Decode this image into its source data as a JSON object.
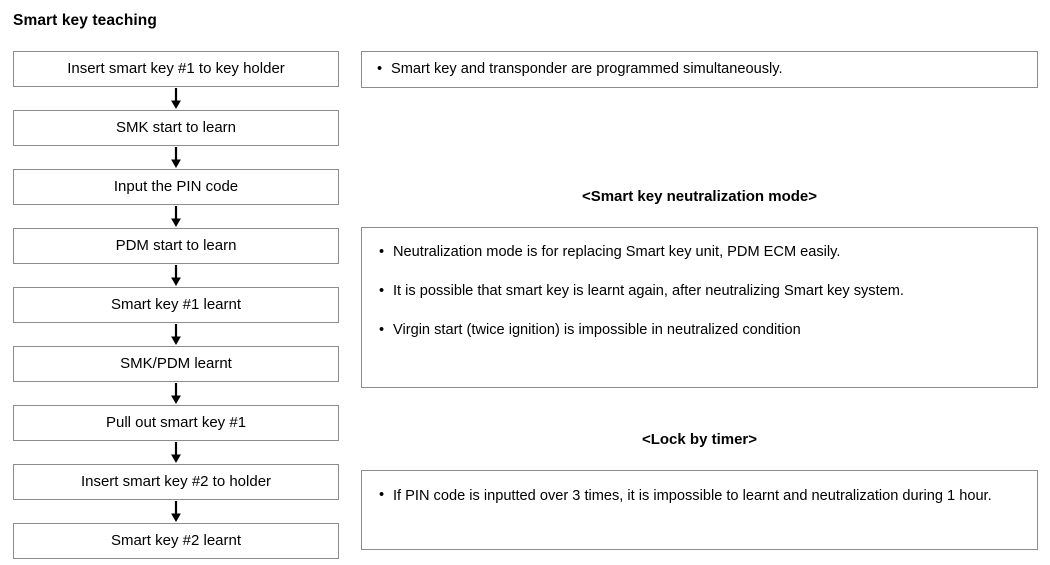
{
  "page": {
    "title": "Smart key teaching"
  },
  "flowchart": {
    "nodes": [
      {
        "label": "Insert smart key #1 to key holder"
      },
      {
        "label": "SMK start to learn"
      },
      {
        "label": "Input the PIN code"
      },
      {
        "label": "PDM start to learn"
      },
      {
        "label": "Smart key #1 learnt"
      },
      {
        "label": "SMK/PDM learnt"
      },
      {
        "label": "Pull out smart key #1"
      },
      {
        "label": "Insert smart key #2 to holder"
      },
      {
        "label": "Smart key #2 learnt"
      }
    ],
    "connector_icon": "down-arrow-icon"
  },
  "panels": [
    {
      "id": "programming-note",
      "heading": null,
      "bullets": [
        "Smart key and transponder are programmed simultaneously."
      ]
    },
    {
      "id": "neutralization-mode",
      "heading": "<Smart key neutralization mode>",
      "bullets": [
        "Neutralization mode is for replacing Smart key unit, PDM ECM easily.",
        "It is possible that smart key is learnt again, after neutralizing Smart key system.",
        "Virgin start (twice ignition) is impossible in neutralized condition"
      ]
    },
    {
      "id": "lock-by-timer",
      "heading": "<Lock by timer>",
      "bullets": [
        "If PIN code is inputted over 3 times, it is impossible to learnt and neutralization during 1 hour."
      ]
    }
  ],
  "bullet_glyph": "•",
  "colors": {
    "border": "#8c8c8c",
    "text": "#000000",
    "background": "#ffffff"
  }
}
